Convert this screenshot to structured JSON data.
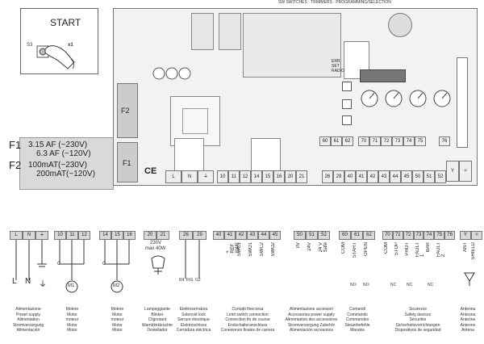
{
  "start_box": {
    "title": "START",
    "button_label": "S3",
    "press_count": "x1"
  },
  "top_header": "SW SWITCHES · TRIMMERS · PROGRAMMING/SELECTION",
  "fuses": {
    "f1": {
      "label": "F1",
      "line1": "3.15 AF (~230V)",
      "line2": "6.3 AF (~120V)"
    },
    "f2": {
      "label": "F2",
      "line1": "100mAT(~230V)",
      "line2": "200mAT(~120V)"
    }
  },
  "board": {
    "fuse_labels": [
      "F2",
      "F1"
    ],
    "ce_mark": "CE",
    "err_labels": [
      "ERR",
      "SET",
      "RADIO"
    ],
    "left_terminals": [
      "L",
      "N",
      "⏚"
    ],
    "mid_terminals": [
      "10",
      "11",
      "12",
      "14",
      "15",
      "16",
      "20",
      "21"
    ],
    "right_terminals": [
      "26",
      "29",
      "40",
      "41",
      "42",
      "43",
      "44",
      "45",
      "50",
      "51",
      "52"
    ],
    "upper_terminals": [
      "60",
      "61",
      "62",
      "70",
      "71",
      "72",
      "73",
      "74",
      "75",
      "76"
    ],
    "corner": [
      "Y",
      "✧"
    ]
  },
  "groups": [
    {
      "terminals": [
        "L",
        "N",
        "⏚"
      ],
      "wires": [
        "L",
        "N",
        "⏚"
      ],
      "captions": [
        "Alimentazione",
        "Power supply",
        "Alimentation",
        "Stromversorgung",
        "Alimentación"
      ]
    },
    {
      "terminals": [
        "10",
        "11",
        "12"
      ],
      "wires": [
        "C",
        "M1"
      ],
      "captions": [
        "Motore",
        "Motor",
        "moteur",
        "Motor",
        "Motor"
      ]
    },
    {
      "terminals": [
        "14",
        "15",
        "16"
      ],
      "wires": [
        "C",
        "M2"
      ],
      "captions": [
        "Motore",
        "Motor",
        "moteur",
        "Motor",
        "Motor"
      ]
    },
    {
      "terminals": [
        "20",
        "21"
      ],
      "wires": [
        "230V",
        "max 40W"
      ],
      "captions": [
        "Lampeggiante",
        "Blinker",
        "Clignotant",
        "Warnblinkleuchte",
        "Destellador"
      ]
    },
    {
      "terminals": [
        "26",
        "29"
      ],
      "wires": [
        "Rif. FIG. G2"
      ],
      "captions": [
        "Elettroserratura",
        "Solenoid lock",
        "Serrure électrique",
        "Elektroschloss",
        "Cerradura eléctrica"
      ]
    },
    {
      "terminals": [
        "40",
        "41",
        "42",
        "43",
        "44",
        "45"
      ],
      "wires": [
        "+ REF SWE",
        "SWC1",
        "SWO1",
        "SWC2",
        "SWO2"
      ],
      "captions": [
        "Contatti finecorsa",
        "Limit switch connection",
        "Connection fin de course",
        "Endschalteranschluss",
        "Conexiones finales de carrera"
      ]
    },
    {
      "terminals": [
        "50",
        "51",
        "52"
      ],
      "wires": [
        "0V",
        "24V",
        "24 V Safe"
      ],
      "captions": [
        "Alimentazione accessori",
        "Accessories power supply",
        "Alimentation des accessoires",
        "Stromversorgung Zubehör",
        "Alimentación accesorios"
      ]
    },
    {
      "terminals": [
        "60",
        "61",
        "62"
      ],
      "wires": [
        "COM",
        "START",
        "OPEN"
      ],
      "sub": [
        "NO",
        "NO"
      ],
      "captions": [
        "Comandi",
        "Commands",
        "Commandes",
        "Steuerbefehle",
        "Mandos"
      ]
    },
    {
      "terminals": [
        "70",
        "71",
        "72",
        "73",
        "74",
        "75",
        "76"
      ],
      "wires": [
        "COM",
        "STOP",
        "PHOT",
        "FAULT 1",
        "BAR",
        "FAULT 2"
      ],
      "sub": [
        "NC",
        "NC",
        "NC"
      ],
      "captions": [
        "Sicurezze",
        "Safety devices",
        "Sécurités",
        "Sicherheitsvorrichtungen",
        "Dispositivos de seguridad"
      ]
    },
    {
      "terminals": [
        "Y",
        "✧"
      ],
      "wires": [
        "SHIELD",
        "ANT"
      ],
      "captions": [
        "Antenna",
        "Antenna",
        "Antenne",
        "Antenne",
        "Antena"
      ]
    }
  ]
}
